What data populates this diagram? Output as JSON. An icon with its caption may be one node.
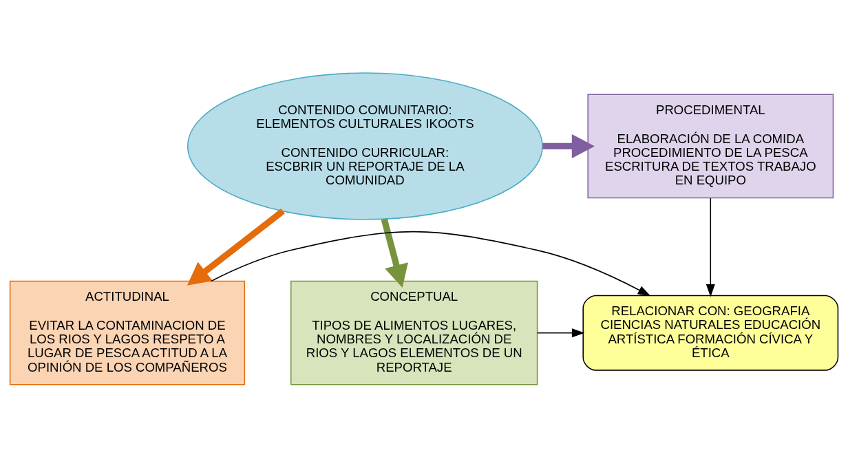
{
  "diagram": {
    "nodes": [
      {
        "text": [
          "PROCEDIMENTAL",
          "ELABORACIÓN DE LA COMIDA PROCEDIMIENTO DE LA PESCA ESCRITURA DE TEXTOS TRABAJO EN EQUIPO"
        ]
      },
      {
        "text": [
          "CONTENIDO COMUNITARIO: ELEMENTOS CULTURALES IKOOTS",
          "CONTENIDO CURRICULAR: ESCBRIR UN REPORTAJE DE LA COMUNIDAD"
        ]
      },
      {
        "text": [
          "RELACIONAR CON: GEOGRAFIA CIENCIAS NATURALES EDUCACIÓN ARTÍSTICA FORMACIÓN CÍVICA Y ÉTICA"
        ]
      },
      {
        "text": [
          "ACTITUDINAL",
          "EVITAR LA CONTAMINACION DE LOS RIOS Y LAGOS RESPETO A LUGAR DE PESCA ACTITUD A LA OPINIÓN DE LOS COMPAÑEROS"
        ]
      },
      {
        "text": [
          "CONCEPTUAL",
          "TIPOS DE ALIMENTOS LUGARES, NOMBRES Y LOCALIZACIÓN DE RIOS Y LAGOS ELEMENTOS DE UN REPORTAJE"
        ]
      }
    ],
    "edges": [
      {
        "from": 1,
        "to": 0,
        "arrow": "to",
        "style": "thick",
        "color": "#7f5fa0"
      },
      {
        "from": 1,
        "to": 3,
        "arrow": "to",
        "style": "thick",
        "color": "#e46c0a"
      },
      {
        "from": 1,
        "to": 4,
        "arrow": "to",
        "style": "thick",
        "color": "#77933c"
      },
      {
        "from": 0,
        "to": 2,
        "arrow": "to"
      },
      {
        "from": 3,
        "to": 2,
        "arrow": "to"
      },
      {
        "from": 4,
        "to": 2,
        "arrow": "to"
      }
    ]
  }
}
